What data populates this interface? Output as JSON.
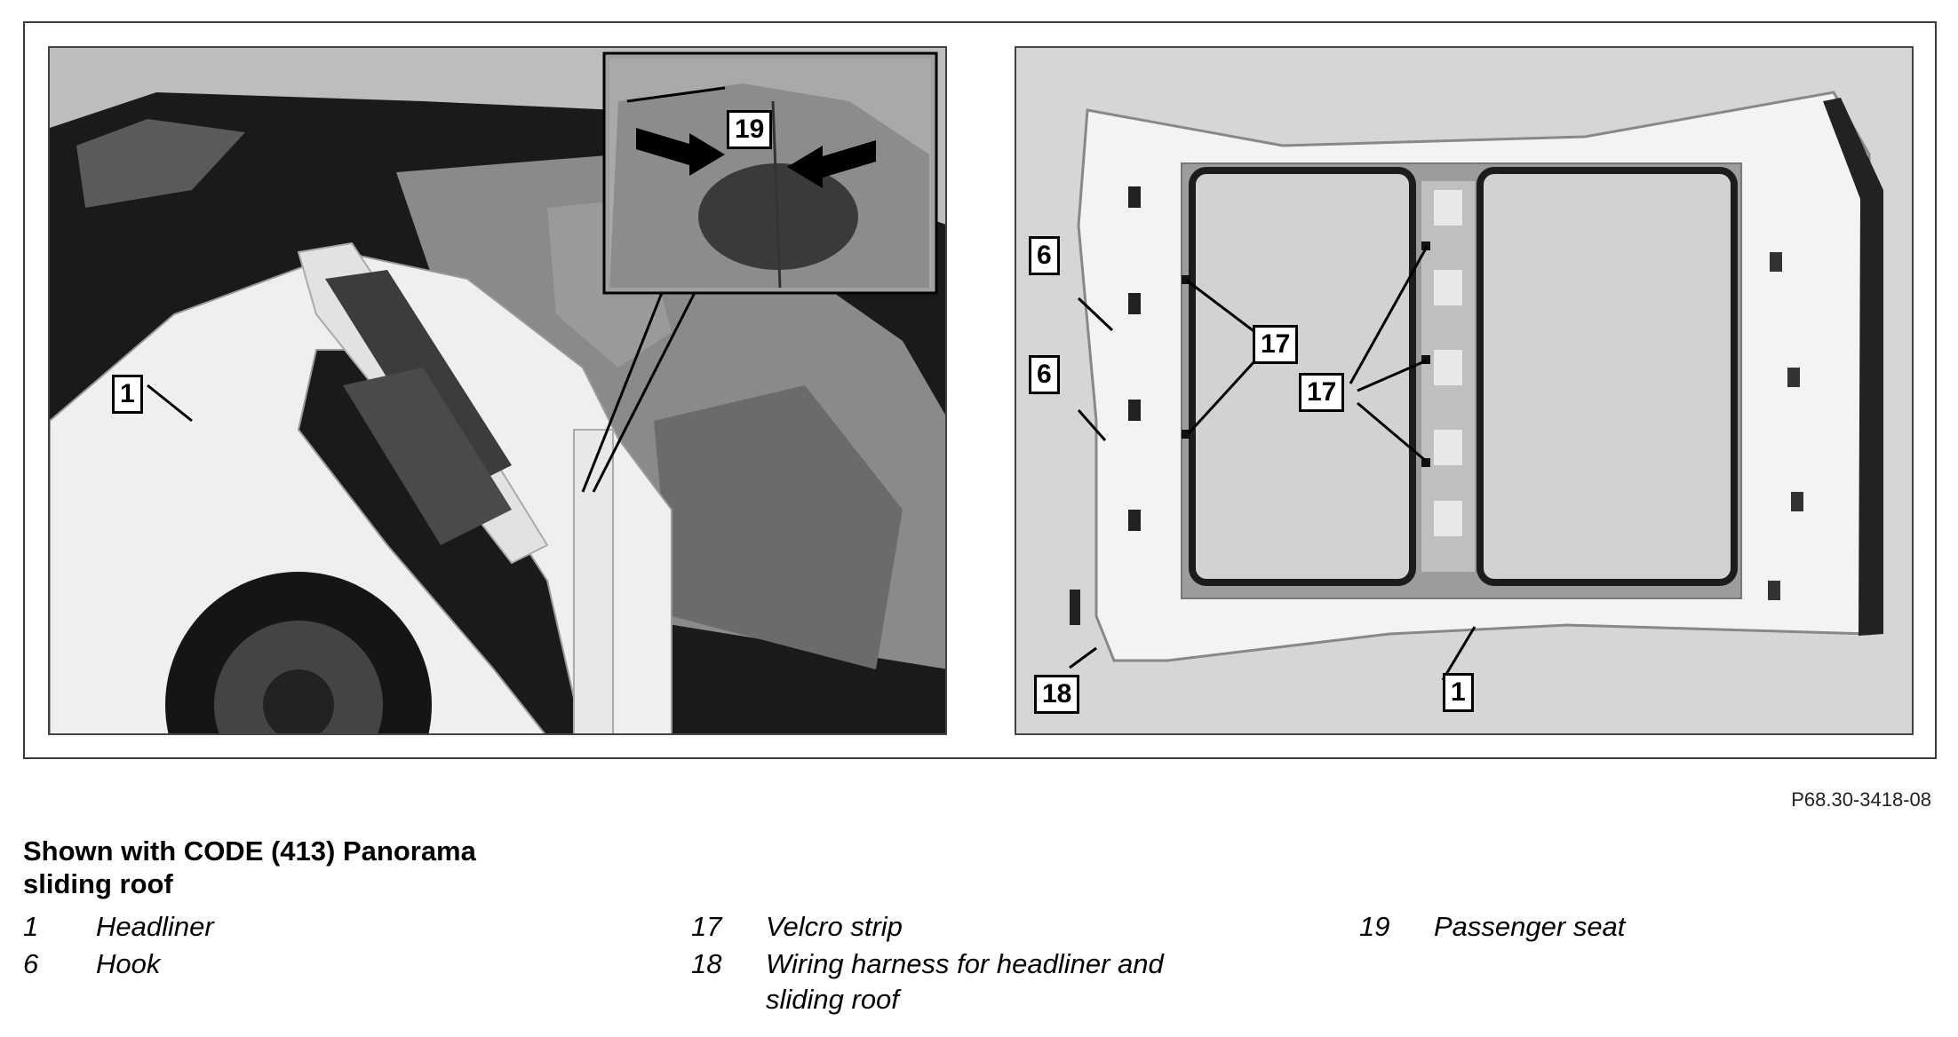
{
  "figure": {
    "reference": "P68.30-3418-08",
    "left_panel": {
      "callouts": {
        "c1": "1",
        "c19": "19"
      }
    },
    "right_panel": {
      "callouts": {
        "c6a": "6",
        "c6b": "6",
        "c17a": "17",
        "c17b": "17",
        "c18": "18",
        "c1": "1"
      }
    }
  },
  "caption": {
    "title": "Shown with CODE (413) Panorama sliding roof",
    "legend": [
      {
        "num": "1",
        "text": "Headliner"
      },
      {
        "num": "6",
        "text": "Hook"
      },
      {
        "num": "17",
        "text": "Velcro strip"
      },
      {
        "num": "18",
        "text": "Wiring harness for headliner and sliding roof"
      },
      {
        "num": "19",
        "text": "Passenger seat"
      }
    ]
  }
}
